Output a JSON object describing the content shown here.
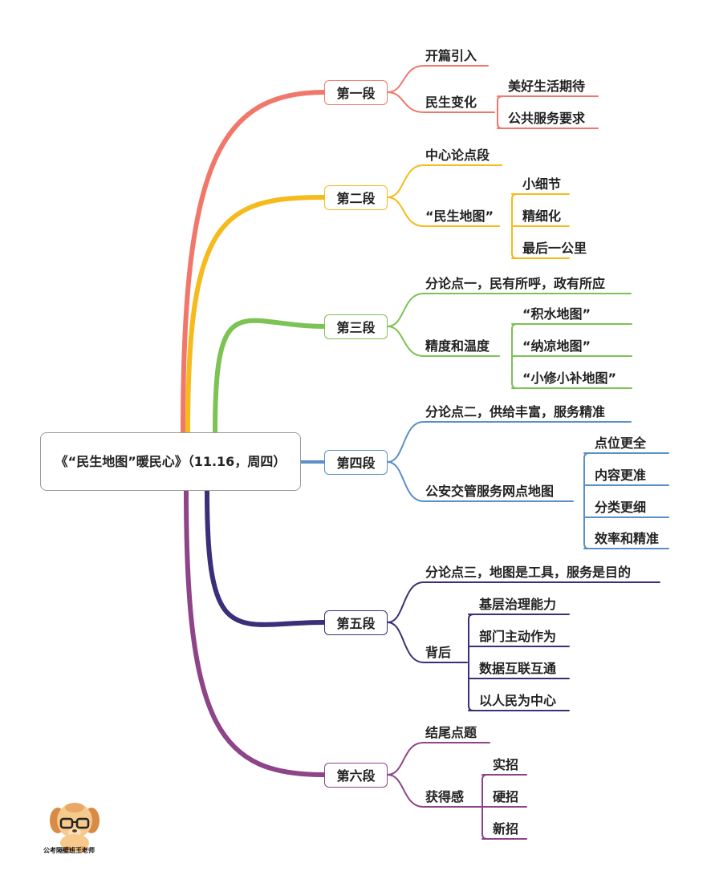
{
  "root": {
    "label": "《“民生地图”暖民心》（11.16，周四）"
  },
  "logo": {
    "caption": "公考隔壁班王老师",
    "icon": "cartoon-dog-icon"
  },
  "sections": [
    {
      "label": "第一段",
      "color": "#F0776A",
      "items": [
        {
          "label": "开篇引入"
        },
        {
          "label": "民生变化",
          "children": [
            "美好生活期待",
            "公共服务要求"
          ]
        }
      ]
    },
    {
      "label": "第二段",
      "color": "#F5BA1C",
      "items": [
        {
          "label": "中心论点段"
        },
        {
          "label": "“民生地图”",
          "children": [
            "小细节",
            "精细化",
            "最后一公里"
          ]
        }
      ]
    },
    {
      "label": "第三段",
      "color": "#7CC254",
      "items": [
        {
          "label": "分论点一，民有所呼，政有所应"
        },
        {
          "label": "精度和温度",
          "children": [
            "“积水地图”",
            "“纳凉地图”",
            "“小修小补地图”"
          ]
        }
      ]
    },
    {
      "label": "第四段",
      "color": "#5A8FC8",
      "items": [
        {
          "label": "分论点二，供给丰富，服务精准"
        },
        {
          "label": "公安交管服务网点地图",
          "children": [
            "点位更全",
            "内容更准",
            "分类更细",
            "效率和精准"
          ]
        }
      ]
    },
    {
      "label": "第五段",
      "color": "#3A2F78",
      "items": [
        {
          "label": "分论点三，地图是工具，服务是目的"
        },
        {
          "label": "背后",
          "children": [
            "基层治理能力",
            "部门主动作为",
            "数据互联互通",
            "以人民为中心"
          ]
        }
      ]
    },
    {
      "label": "第六段",
      "color": "#8E4488",
      "items": [
        {
          "label": "结尾点题"
        },
        {
          "label": "获得感",
          "children": [
            "实招",
            "硬招",
            "新招"
          ]
        }
      ]
    }
  ]
}
